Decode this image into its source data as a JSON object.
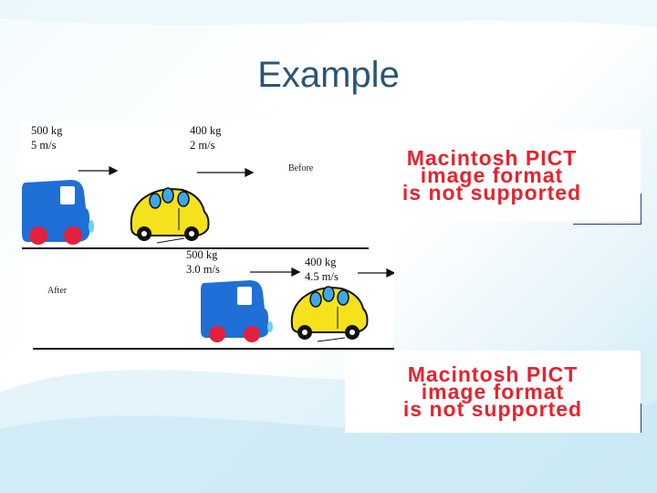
{
  "slide": {
    "title": "Example"
  },
  "diagram": {
    "before": {
      "car1_mass": "500 kg",
      "car1_speed": "5 m/s",
      "car2_mass": "400 kg",
      "car2_speed": "2 m/s",
      "label": "Before"
    },
    "after": {
      "car1_mass": "500 kg",
      "car1_speed": "3.0 m/s",
      "car2_mass": "400 kg",
      "car2_speed": "4.5 m/s",
      "label": "After"
    }
  },
  "placeholders": {
    "pict1": [
      "Macintosh PICT",
      "image format",
      "is not supported"
    ],
    "pict2": [
      "Macintosh PICT",
      "image format",
      "is not supported"
    ]
  },
  "colors": {
    "title": "#2c5577",
    "truck": "#1f6fd6",
    "wheel": "#e3203d",
    "car": "#f5e21c",
    "pict_text": "#e8222d"
  }
}
